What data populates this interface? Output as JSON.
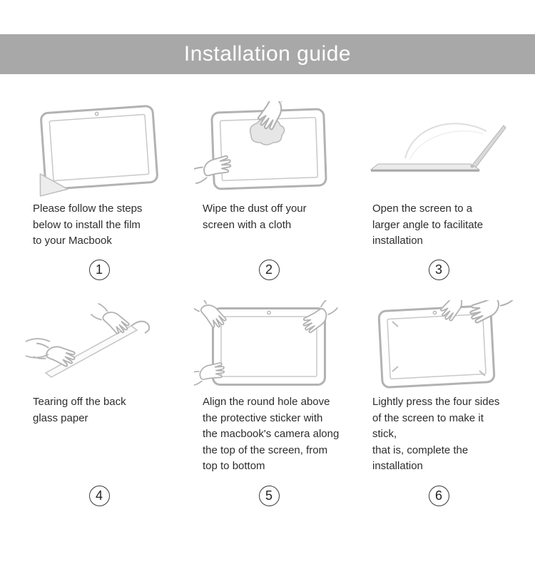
{
  "banner": {
    "title": "Installation guide",
    "bg_color": "#a8a8a8",
    "text_color": "#ffffff"
  },
  "illustration_color": "#b2b2b2",
  "steps": [
    {
      "number": "1",
      "caption": "Please follow the steps\nbelow to install the film\nto your Macbook",
      "icon": "screen-film-peeling-corner-illustration"
    },
    {
      "number": "2",
      "caption": "Wipe the dust off your\nscreen with a cloth",
      "icon": "hands-wiping-screen-with-cloth-illustration"
    },
    {
      "number": "3",
      "caption": "Open the screen to a\nlarger angle to facilitate\ninstallation",
      "icon": "laptop-opened-wide-angle-illustration"
    },
    {
      "number": "4",
      "caption": "Tearing off the back\nglass paper",
      "icon": "hands-tearing-back-paper-illustration"
    },
    {
      "number": "5",
      "caption": "Align the round hole above\nthe protective sticker with\nthe macbook's camera along\nthe top of the screen, from\ntop to bottom",
      "icon": "hands-aligning-film-with-camera-illustration"
    },
    {
      "number": "6",
      "caption": "Lightly press the four sides\nof the screen to make it stick,\nthat is, complete the installation",
      "icon": "hands-pressing-screen-sides-illustration"
    }
  ]
}
